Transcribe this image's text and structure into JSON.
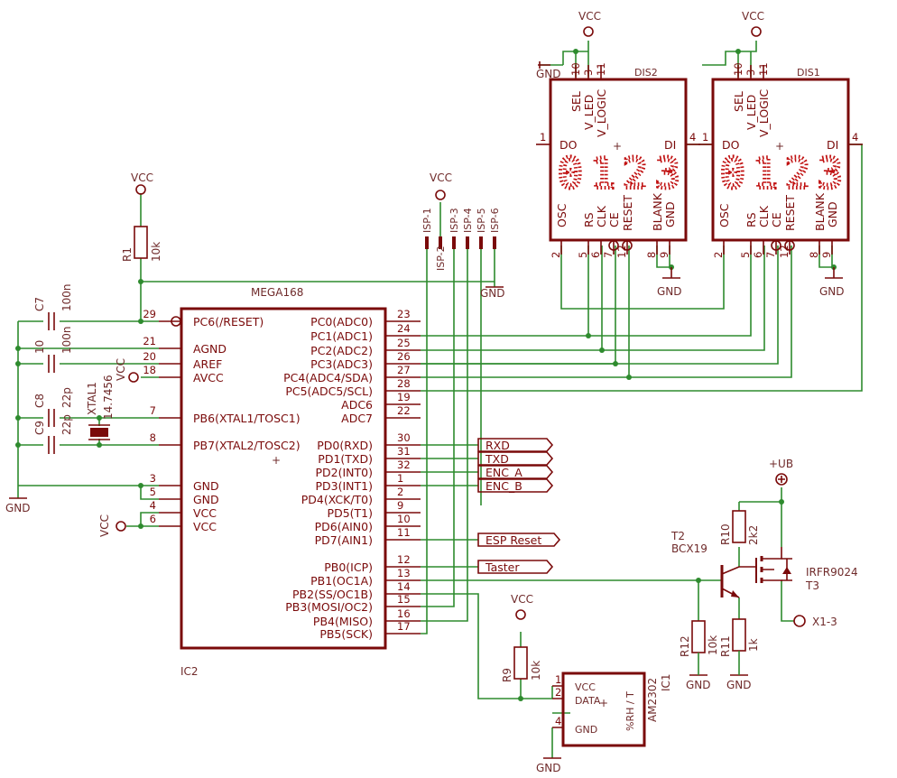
{
  "ic2": {
    "name": "MEGA168",
    "ref": "IC2",
    "left_pins": [
      {
        "num": "29",
        "name": "PC6(/RESET)"
      },
      {
        "num": "21",
        "name": "AGND"
      },
      {
        "num": "20",
        "name": "AREF"
      },
      {
        "num": "18",
        "name": "AVCC"
      },
      {
        "num": "7",
        "name": "PB6(XTAL1/TOSC1)"
      },
      {
        "num": "8",
        "name": "PB7(XTAL2/TOSC2)"
      },
      {
        "num": "3",
        "name": "GND"
      },
      {
        "num": "5",
        "name": "GND"
      },
      {
        "num": "4",
        "name": "VCC"
      },
      {
        "num": "6",
        "name": "VCC"
      }
    ],
    "right_pins": [
      {
        "num": "23",
        "name": "PC0(ADC0)"
      },
      {
        "num": "24",
        "name": "PC1(ADC1)"
      },
      {
        "num": "25",
        "name": "PC2(ADC2)"
      },
      {
        "num": "26",
        "name": "PC3(ADC3)"
      },
      {
        "num": "27",
        "name": "PC4(ADC4/SDA)"
      },
      {
        "num": "28",
        "name": "PC5(ADC5/SCL)"
      },
      {
        "num": "19",
        "name": "ADC6"
      },
      {
        "num": "22",
        "name": "ADC7"
      },
      {
        "num": "30",
        "name": "PD0(RXD)"
      },
      {
        "num": "31",
        "name": "PD1(TXD)"
      },
      {
        "num": "32",
        "name": "PD2(INT0)"
      },
      {
        "num": "1",
        "name": "PD3(INT1)"
      },
      {
        "num": "2",
        "name": "PD4(XCK/T0)"
      },
      {
        "num": "9",
        "name": "PD5(T1)"
      },
      {
        "num": "10",
        "name": "PD6(AIN0)"
      },
      {
        "num": "11",
        "name": "PD7(AIN1)"
      },
      {
        "num": "12",
        "name": "PB0(ICP)"
      },
      {
        "num": "13",
        "name": "PB1(OC1A)"
      },
      {
        "num": "14",
        "name": "PB2(SS/OC1B)"
      },
      {
        "num": "15",
        "name": "PB3(MOSI/OC2)"
      },
      {
        "num": "16",
        "name": "PB4(MISO)"
      },
      {
        "num": "17",
        "name": "PB5(SCK)"
      }
    ]
  },
  "display": {
    "dis2": "DIS2",
    "dis1": "DIS1",
    "top_pins": [
      "10",
      "3",
      "11"
    ],
    "top_names": [
      "SEL",
      "V_LED",
      "V_LOGIC"
    ],
    "do": "DO",
    "di": "DI",
    "pin_do": "1",
    "pin_di": "4",
    "bottom_names": [
      "OSC",
      "RS",
      "CLK",
      "CE",
      "RESET",
      "BLANK",
      "GND"
    ],
    "bottom_pins": [
      "2",
      "5",
      "6",
      "7",
      "12",
      "8",
      "9"
    ],
    "digits": [
      "0",
      "1",
      "2",
      "3"
    ]
  },
  "power": {
    "vcc": "VCC",
    "gnd": "GND",
    "ub": "+UB"
  },
  "parts": {
    "r1": "R1",
    "r1v": "10k",
    "c7": "C7",
    "c7v": "100n",
    "c10": "10",
    "c10v": "100n",
    "c8": "C8",
    "c8v": "22p",
    "c9": "C9",
    "c9v": "22p",
    "xtal": "XTAL1",
    "xtalv": "14.7456",
    "r9": "R9",
    "r9v": "10k",
    "r10": "R10",
    "r10v": "2k2",
    "r11": "R11",
    "r11v": "1k",
    "r12": "R12",
    "r12v": "10k",
    "t2": "T2",
    "t2v": "BCX19",
    "t3": "T3",
    "t3v": "IRFR9024",
    "x1": "X1-3",
    "ic1": "IC1",
    "ic1v": "AM2302",
    "ic1_vcc": "VCC",
    "ic1_data": "DATA",
    "ic1_gnd": "GND",
    "ic1_sense": "%RH / T",
    "ic1_p1": "1",
    "ic1_p2": "2",
    "ic1_p4": "4"
  },
  "isp": [
    "ISP-1",
    "ISP-2",
    "ISP-3",
    "ISP-4",
    "ISP-5",
    "ISP-6"
  ],
  "nets": [
    "RXD",
    "TXD",
    "ENC_A",
    "ENC_B",
    "ESP Reset",
    "Taster"
  ]
}
